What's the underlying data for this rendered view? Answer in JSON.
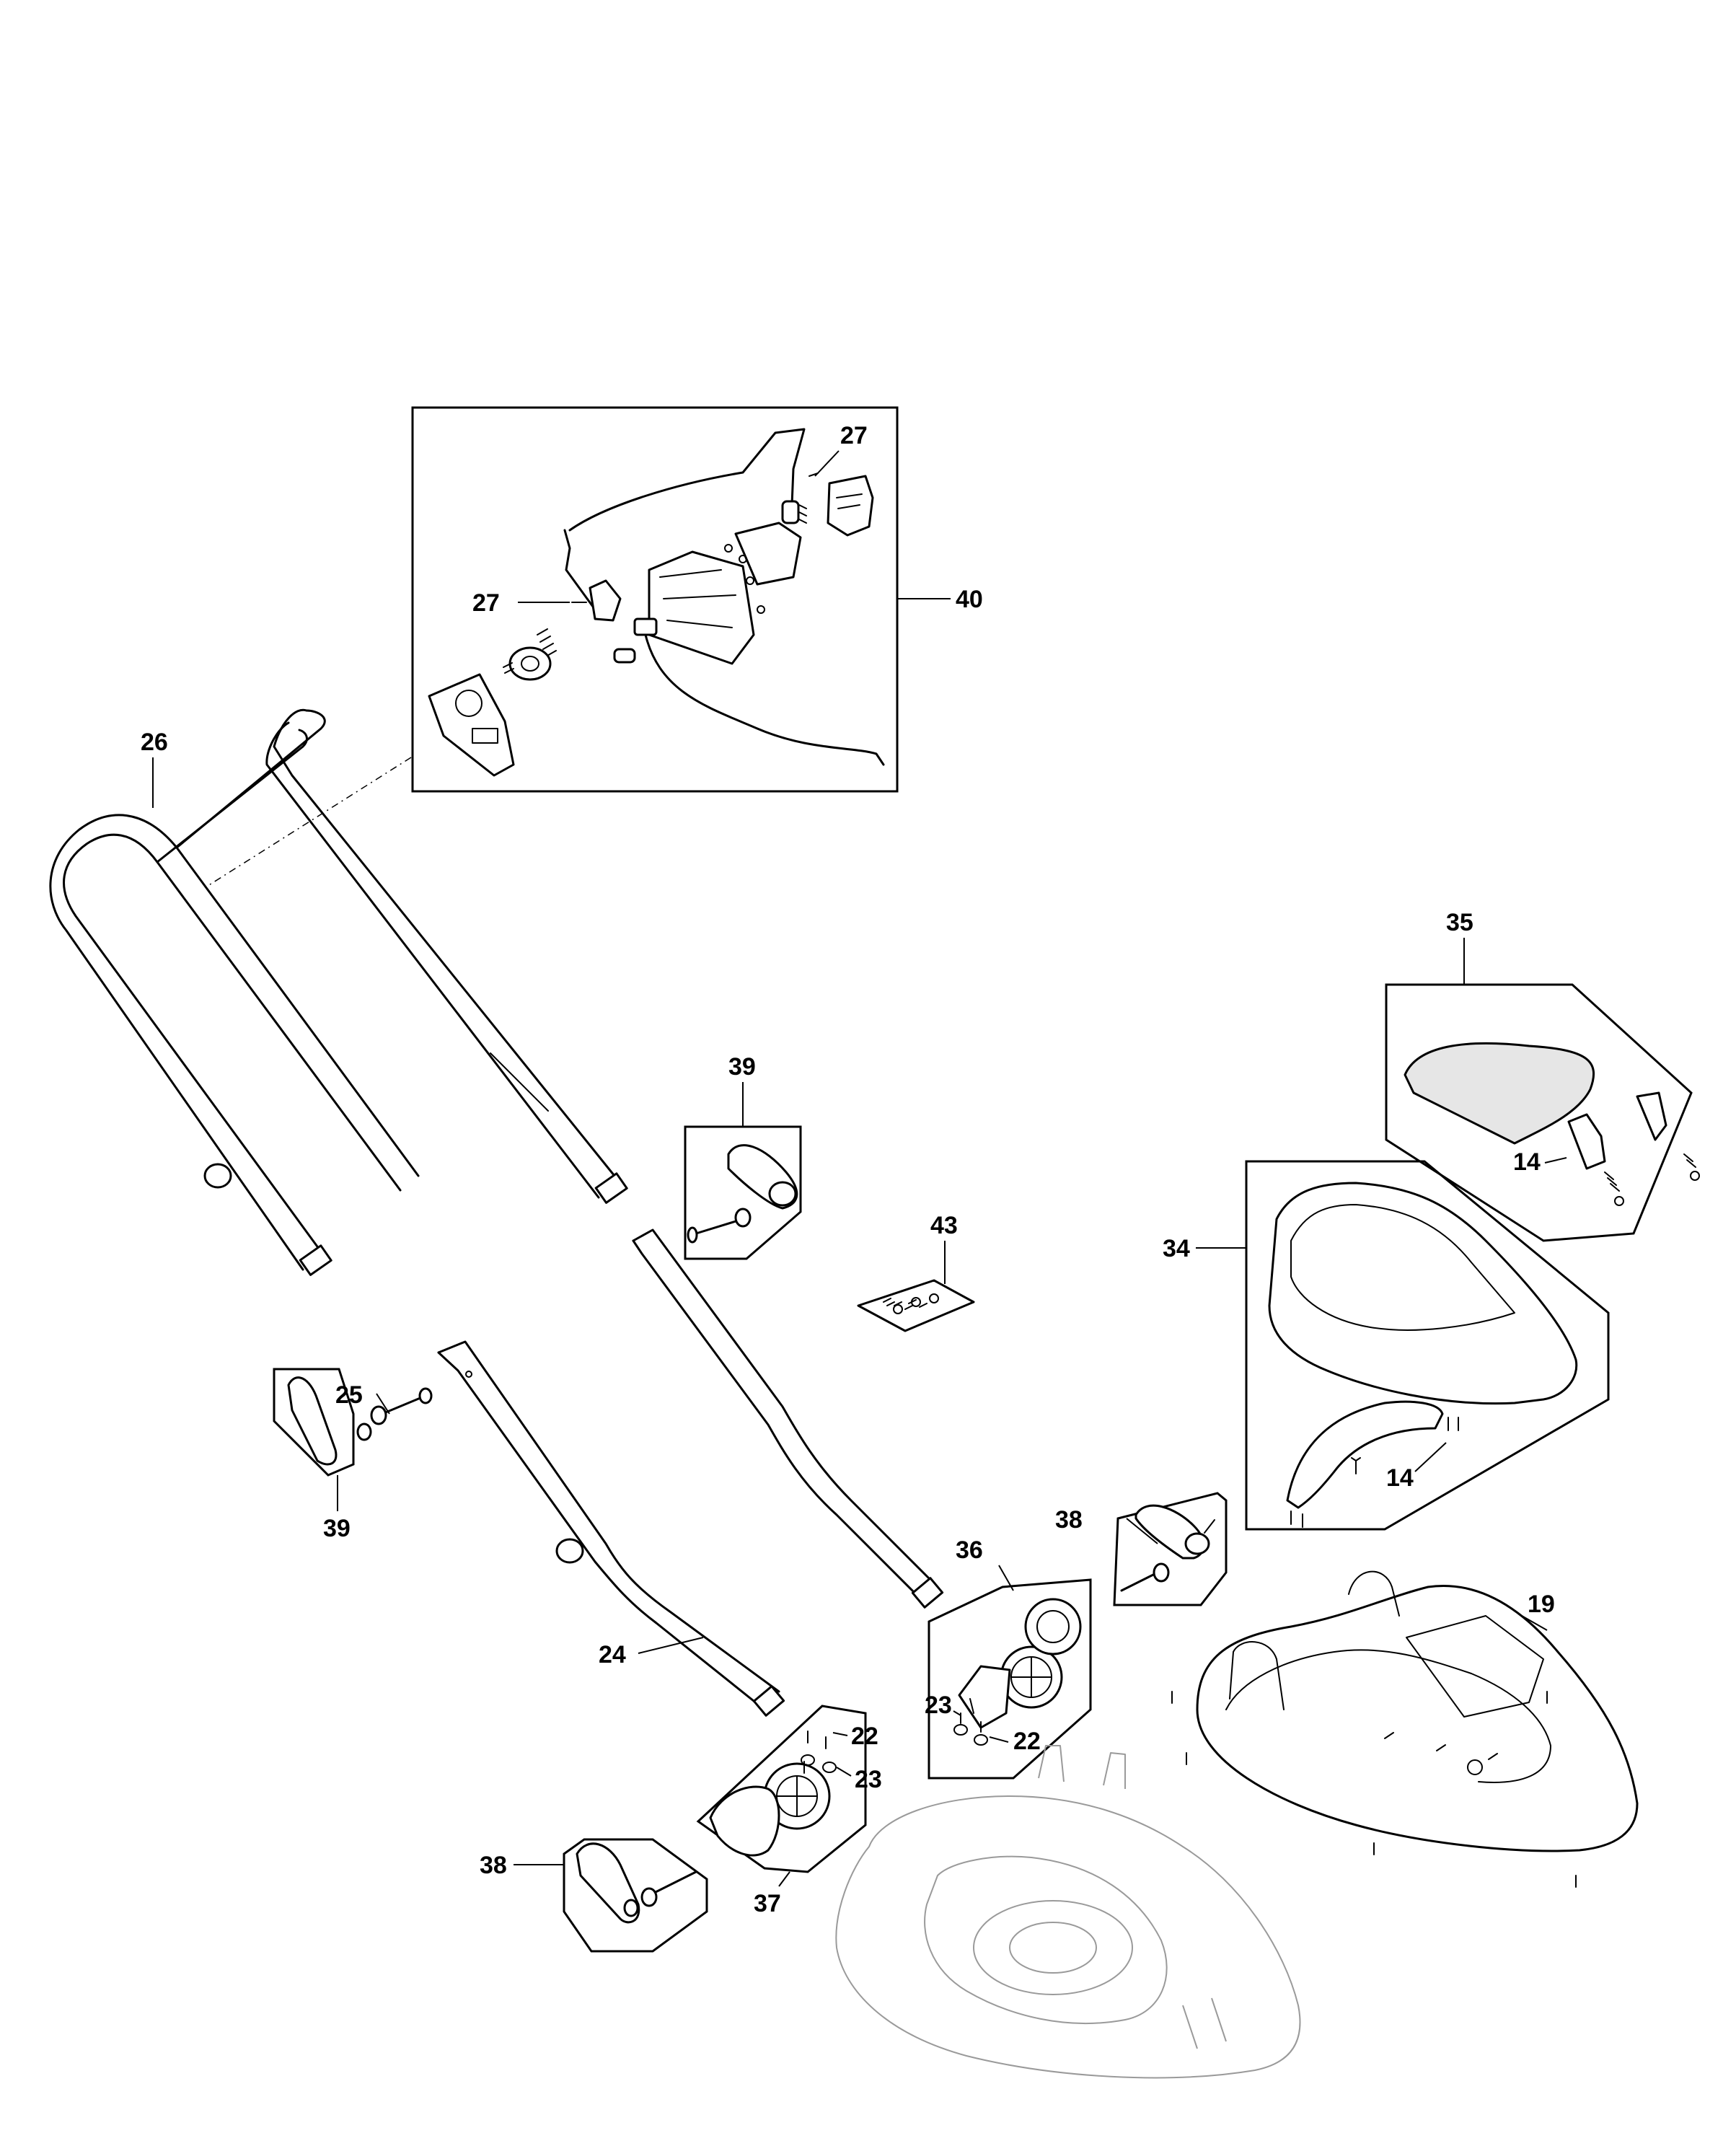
{
  "diagram": {
    "labels": {
      "l26": "26",
      "l27a": "27",
      "l27b": "27",
      "l40": "40",
      "l35": "35",
      "l39a": "39",
      "l43": "43",
      "l14a": "14",
      "l34": "34",
      "l14b": "14",
      "l25": "25",
      "l39b": "39",
      "l38a": "38",
      "l36": "36",
      "l19": "19",
      "l23a": "23",
      "l22a": "22",
      "l22b": "22",
      "l23b": "23",
      "l24": "24",
      "l38b": "38",
      "l37": "37"
    }
  }
}
